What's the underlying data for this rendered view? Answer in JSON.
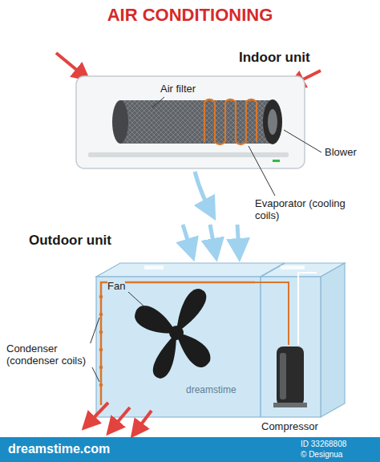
{
  "diagram": {
    "title": "AIR CONDITIONING",
    "labels": [
      "Indoor unit",
      "Air filter",
      "Blower",
      "Evaporator (cooling coils)",
      "Outdoor unit",
      "Fan",
      "Condenser (condenser coils)",
      "Compressor",
      "dreamstime",
      "dreamstime.com",
      "ID 33268808",
      "© Designua"
    ]
  }
}
